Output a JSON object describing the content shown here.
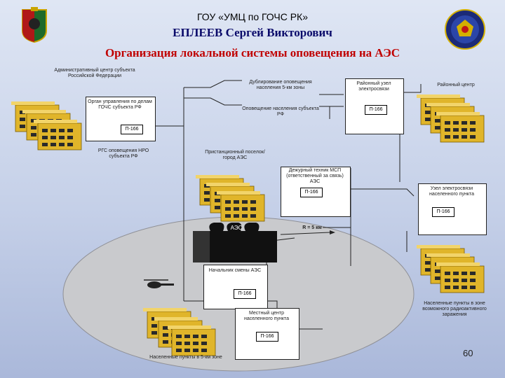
{
  "header": {
    "org": "ГОУ «УМЦ по ГОЧС РК»",
    "author": "ЕПЛЕЕВ Сергей Викторович",
    "topic": "Организация локальной системы оповещения на АЭС"
  },
  "diagram": {
    "admin_center": "Административный центр субъекта Российской Федерации",
    "gov_body": "Орган управления по делам ГОЧС субъекта РФ",
    "rgo_note": "РГС оповещения НРО субъекта РФ",
    "dup_link": "Дублирование оповещения населения 5-км зоны",
    "notify_subject": "Оповещение населения субъекта РФ",
    "district_node": "Районный узел электросвязи",
    "district_center": "Районный центр",
    "satellite_town": "Пристанционный поселок/город АЭС",
    "duty_egp": "Дежурный техник МСП (ответственный за связь) АЭС",
    "station_op": "Узел электросвязи населенного пункта",
    "aes": "АЭС",
    "radius": "R = 5 км",
    "shift_head": "Начальник смены АЭС",
    "local_center": "Местный центр населенного пункта",
    "settlements_5km": "Населенные пункты в 5-км зоне",
    "settlements_zone": "Населенные пункты в зоне возможного радиоактивного заражения",
    "dev1": "П-166",
    "dev2": "П-166",
    "dev3": "П-166",
    "dev4": "П-166",
    "dev5": "П-166",
    "dev6": "П-166"
  },
  "page_number": "60"
}
